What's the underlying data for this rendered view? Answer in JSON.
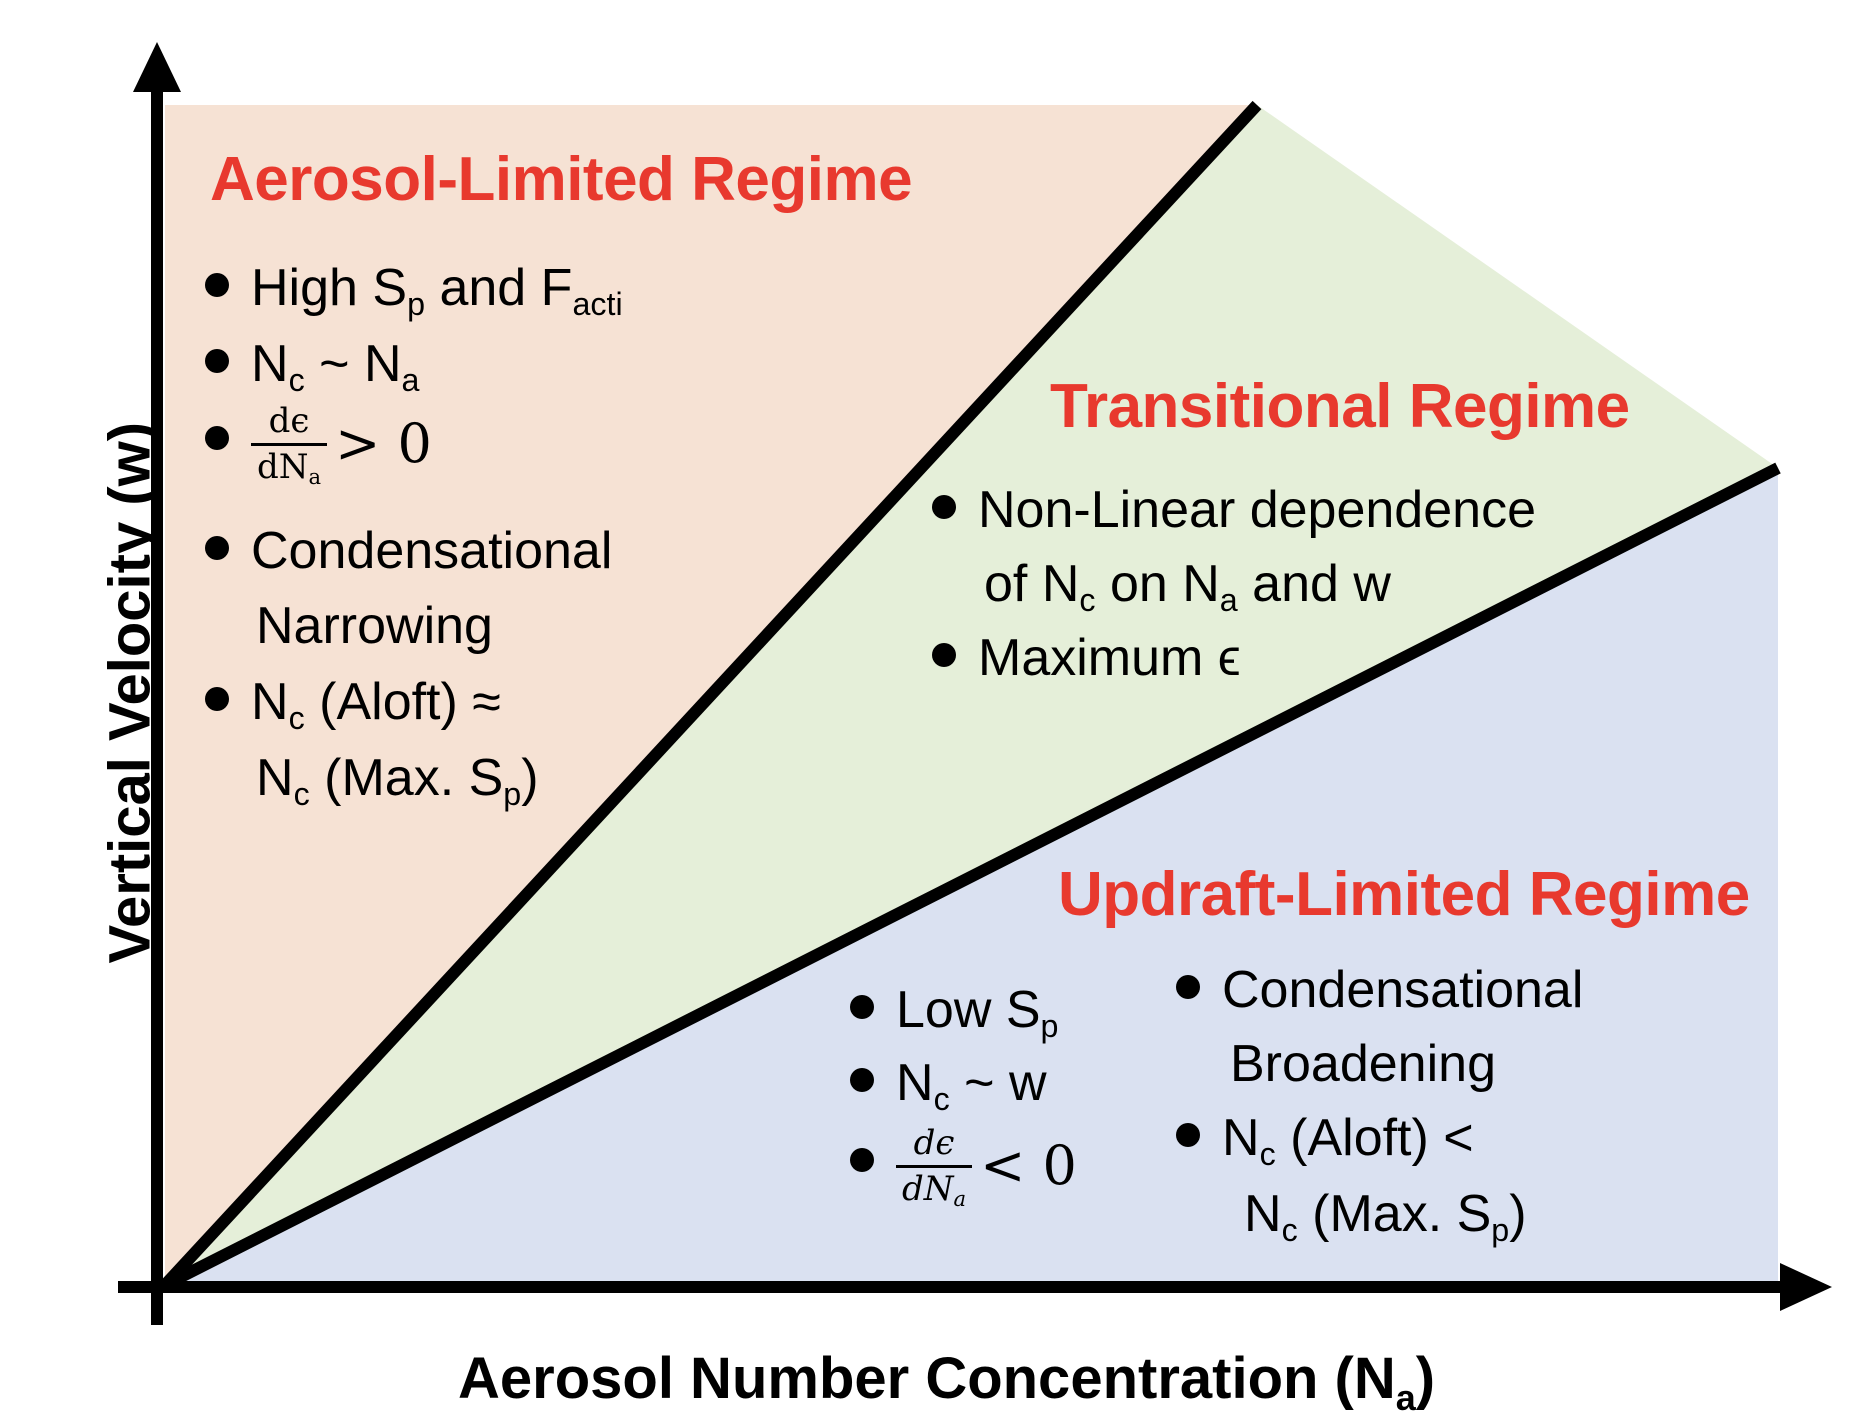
{
  "axes": {
    "x_label": "Aerosol Number Concentration (N",
    "x_label_sub": "a",
    "x_label_end": ")",
    "y_label": "Vertical Velocity (w)"
  },
  "regimes": {
    "aerosol_limited": {
      "title": "Aerosol-Limited Regime",
      "color": "#f6e2d4",
      "b1_a": "High S",
      "b1_sub1": "p",
      "b1_b": " and F",
      "b1_sub2": "acti",
      "b2_a": "N",
      "b2_sub1": "c",
      "b2_b": " ~ N",
      "b2_sub2": "a",
      "b3_num": "dϵ",
      "b3_den": "dN",
      "b3_den_sub": "a",
      "b3_cmp": "> 0",
      "b4_l1": "Condensational",
      "b4_l2": "Narrowing",
      "b5_a": "N",
      "b5_sub1": "c",
      "b5_b": " (Aloft) ≈",
      "b5_c": "N",
      "b5_sub2": "c",
      "b5_d": " (Max. S",
      "b5_sub3": "p",
      "b5_e": ")"
    },
    "transitional": {
      "title": "Transitional Regime",
      "color": "#e5efd9",
      "b1_l1": "Non-Linear dependence",
      "b1_l2a": "of N",
      "b1_sub1": "c",
      "b1_l2b": " on N",
      "b1_sub2": "a",
      "b1_l2c": " and w",
      "b2": "Maximum ϵ"
    },
    "updraft_limited": {
      "title": "Updraft-Limited Regime",
      "color": "#dae1f1",
      "b1_a": "Low S",
      "b1_sub": "p",
      "b2_a": "N",
      "b2_sub": "c",
      "b2_b": " ~ w",
      "b3_num": "dϵ",
      "b3_den": "dN",
      "b3_den_sub": "a",
      "b3_cmp": "< 0",
      "b4_l1": "Condensational",
      "b4_l2": "Broadening",
      "b5_a": "N",
      "b5_sub1": "c",
      "b5_b": " (Aloft)  <",
      "b5_c": "N",
      "b5_sub2": "c",
      "b5_d": " (Max. S",
      "b5_sub3": "p",
      "b5_e": ")"
    }
  }
}
